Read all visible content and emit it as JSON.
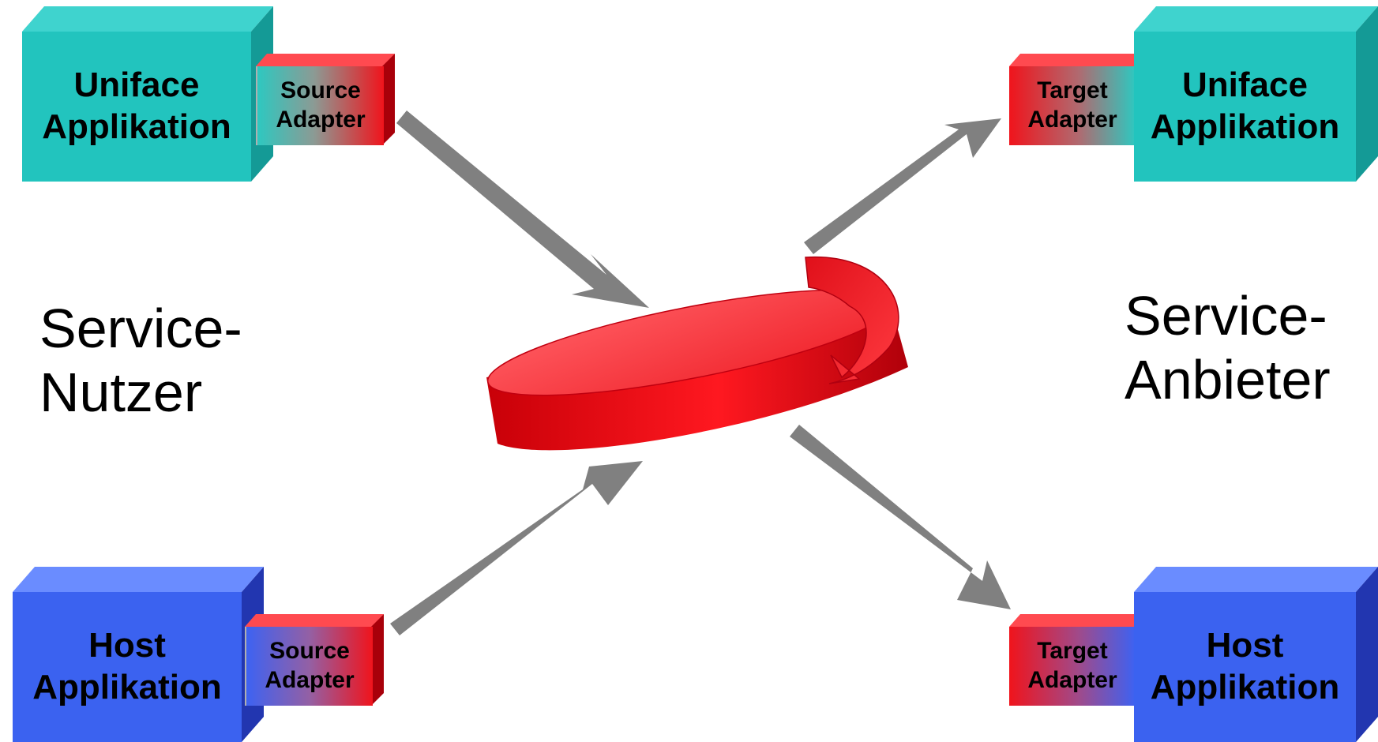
{
  "consumer_label": {
    "line1": "Service-",
    "line2": "Nutzer"
  },
  "provider_label": {
    "line1": "Service-",
    "line2": "Anbieter"
  },
  "apps": {
    "uniface_left": {
      "line1": "Uniface",
      "line2": "Applikation"
    },
    "host_left": {
      "line1": "Host",
      "line2": "Applikation"
    },
    "uniface_right": {
      "line1": "Uniface",
      "line2": "Applikation"
    },
    "host_right": {
      "line1": "Host",
      "line2": "Applikation"
    }
  },
  "adapters": {
    "source_top": {
      "line1": "Source",
      "line2": "Adapter"
    },
    "source_bottom": {
      "line1": "Source",
      "line2": "Adapter"
    },
    "target_top": {
      "line1": "Target",
      "line2": "Adapter"
    },
    "target_bottom": {
      "line1": "Target",
      "line2": "Adapter"
    }
  },
  "colors": {
    "uniface_teal": "#1ec3bd",
    "host_blue": "#3a63f0",
    "adapter_red": "#ee1c24",
    "bus_red": "#e8101a",
    "arrow_gray": "#808080"
  }
}
